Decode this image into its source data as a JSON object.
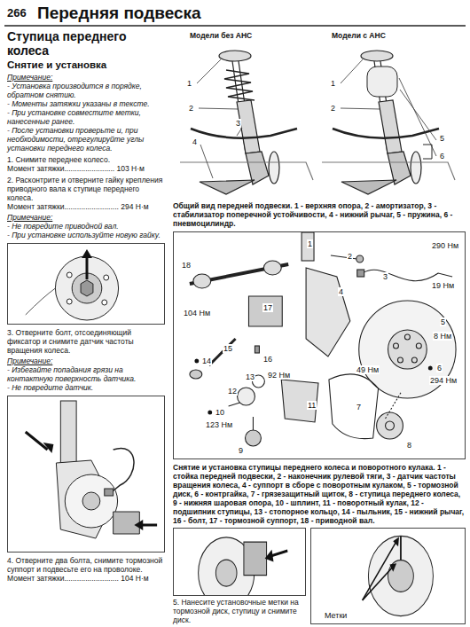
{
  "diagram": {
    "title": "Передняя подвеска",
    "labels": [
      "266",
      "Ступица переднего колеса",
      "Снятие и установка",
      "Примечание:",
      "- Установка производится в порядке, обратном снятию.",
      "- Моменты затяжки указаны в тексте.",
      "- При установке совместите метки, нанесенные ранее.",
      "- После установки проверьте и, при необходимости, отрегулируйте углы установки переднего колеса.",
      "1. Снимите переднее колесо.",
      "Момент затяжки........................ 103 Н·м",
      "2. Расконтрите и отверните гайку крепления приводного вала к ступице переднего колеса.",
      "Момент затяжки.......................... 294 Н·м",
      "Примечание:",
      "- Не повредите приводной вал.",
      "- При установке используйте новую гайку.",
      "3. Отверните болт, отсоединяющий фиксатор и снимите датчик частоты вращения колеса.",
      "Примечание:",
      "- Избегайте попадания грязи на контактную поверхность датчика.",
      "- Не повредите датчик.",
      "4. Отверните два болта, снимите тормозной суппорт и подвесьте его на проволоке.",
      "Момент затяжки.......................... 104 Н·м",
      "Модели без АНС",
      "Модели с АНС",
      "1",
      "2",
      "3",
      "4",
      "1",
      "2",
      "5",
      "6",
      "Общий вид передней подвески. 1 - верхняя опора, 2 - амортизатор, 3 - стабилизатор поперечной устойчивости, 4 - нижний рычаг, 5 - пружина, 6 - пневмоцилиндр.",
      "18",
      "1",
      "290 Нм",
      "2",
      "3",
      "104 Нм",
      "17",
      "4",
      "19 Нм",
      "5",
      "8 Нм",
      "15",
      "16",
      "14",
      "92 Нм",
      "49 Нм",
      "6",
      "294 Нм",
      "13",
      "12",
      "11",
      "10",
      "123 Нм",
      "7",
      "9",
      "8",
      "Снятие и установка ступицы переднего колеса и поворотного кулака. 1 - стойка передней подвески, 2 - наконечник рулевой тяги, 3 - датчик частоты вращения колеса, 4 - суппорт в сборе с поворотным кулаком, 5 - тормозной диск, 6 - контргайка, 7 - грязезащитный щиток, 8 - ступица переднего колеса, 9 - нижняя шаровая опора, 10 - шплинт, 11 - поворотный кулак, 12 - подшипник ступицы, 13 - стопорное кольцо, 14 - пыльник, 15 - нижний рычаг, 16 - болт, 17 - тормозной суппорт, 18 - приводной вал.",
      "5. Нанесите установочные метки на тормозной диск, ступицу и снимите диск.",
      "Метки"
    ]
  }
}
